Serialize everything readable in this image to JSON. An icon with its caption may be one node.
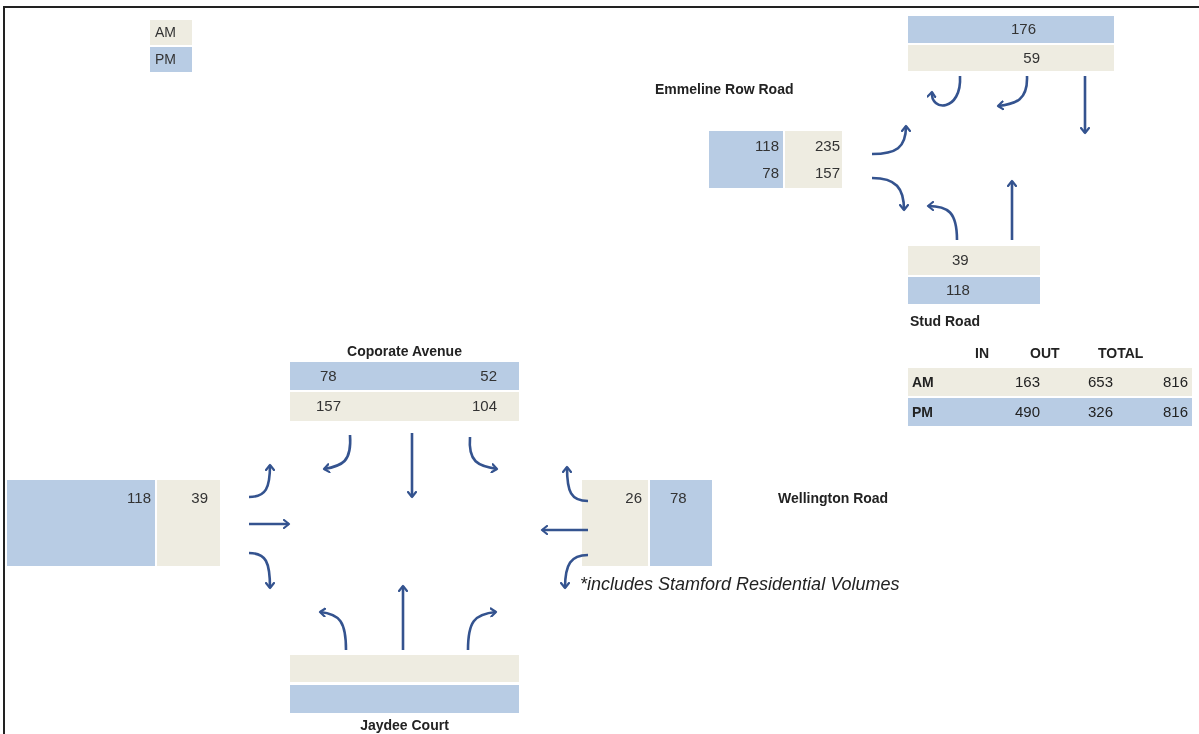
{
  "diagram": {
    "nodes": [
      {
        "text": [
          "176"
        ]
      },
      {
        "text": [
          "59"
        ]
      },
      {
        "text": [
          "118",
          "78"
        ]
      },
      {
        "text": [
          "235",
          "157"
        ]
      },
      {
        "text": [
          "39"
        ]
      },
      {
        "text": [
          "118"
        ]
      },
      {
        "text": [
          "78",
          "52"
        ]
      },
      {
        "text": [
          "157",
          "104"
        ]
      },
      {
        "text": [
          "118"
        ]
      },
      {
        "text": [
          "39"
        ]
      },
      {
        "text": [
          "26"
        ]
      },
      {
        "text": [
          "78"
        ]
      },
      {
        "text": [],
        "shape": "bar"
      },
      {
        "text": [],
        "shape": "bar"
      }
    ],
    "labels": [
      "Emmeline Row Road",
      "Stud Road",
      "Coporate Avenue",
      "IN",
      "OUT",
      "TOTAL",
      "AM",
      "163",
      "653",
      "816",
      "PM",
      "490",
      "326",
      "816",
      "Wellington Road",
      "*includes Stamford Residential Volumes",
      "Jaydee Court"
    ],
    "legend": [
      {
        "text": "AM",
        "color": "#eeece1"
      },
      {
        "text": "PM",
        "color": "#b8cce4"
      }
    ]
  }
}
